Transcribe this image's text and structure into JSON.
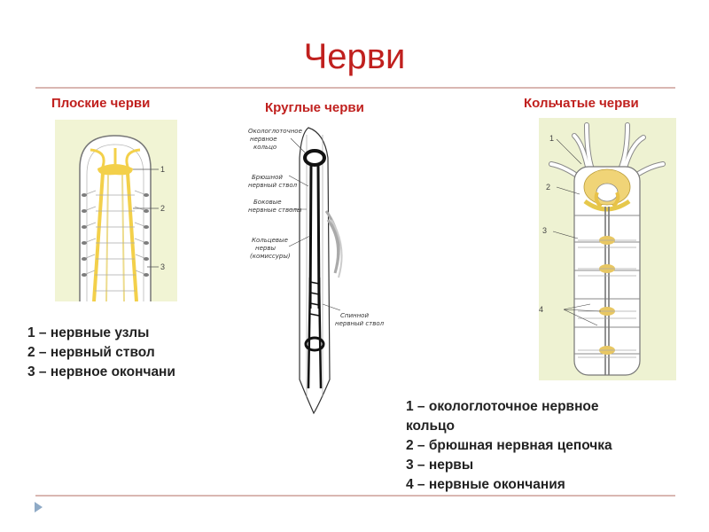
{
  "slide": {
    "title": "Черви",
    "accent_color": "#c0201e",
    "rule_color": "#d9b7b2"
  },
  "flatworms": {
    "heading": "Плоские черви",
    "labels": [
      "1",
      "2",
      "3"
    ],
    "legend": [
      "1 – нервные узлы",
      "2 – нервный ствол",
      "3 – нервное окончани"
    ]
  },
  "roundworms": {
    "heading": "Круглые черви",
    "labels": [
      "Окологлоточное",
      "нервное",
      "кольцо",
      "Брюшной",
      "нервный ствол",
      "Боковые",
      "нервные стволы",
      "Кольцевые",
      "нервы",
      "(комиссуры)",
      "Спинной",
      "нервный ствол"
    ]
  },
  "annelids": {
    "heading": "Кольчатые черви",
    "labels": [
      "1",
      "2",
      "3",
      "4"
    ],
    "legend": [
      "1 – окологлоточное нервное",
      "кольцо",
      "2 – брюшная нервная цепочка",
      "3 – нервы",
      "4 – нервные окончания"
    ]
  }
}
